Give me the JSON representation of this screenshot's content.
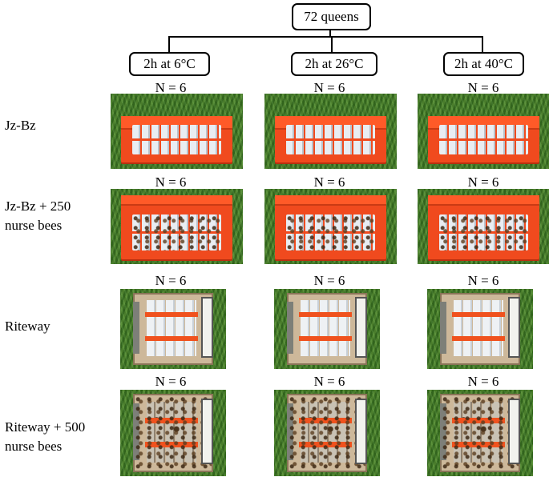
{
  "root": {
    "label": "72 queens"
  },
  "treatments": [
    {
      "label": "2h at 6°C"
    },
    {
      "label": "2h at 26°C"
    },
    {
      "label": "2h at 40°C"
    }
  ],
  "rows": [
    {
      "label": "Jz-Bz",
      "n": [
        "N = 6",
        "N = 6",
        "N = 6"
      ]
    },
    {
      "label_line1": "Jz-Bz + 250",
      "label_line2": "nurse bees",
      "n": [
        "N = 6",
        "N = 6",
        "N = 6"
      ]
    },
    {
      "label": "Riteway",
      "n": [
        "N = 6",
        "N = 6",
        "N = 6"
      ]
    },
    {
      "label_line1": "Riteway + 500",
      "label_line2": "nurse bees",
      "n": [
        "N = 6",
        "N = 6",
        "N = 6"
      ]
    }
  ],
  "colors": {
    "tray_red": "#f04a1e",
    "grass_green": "#3f7a26",
    "wood": "#cdb89a"
  }
}
